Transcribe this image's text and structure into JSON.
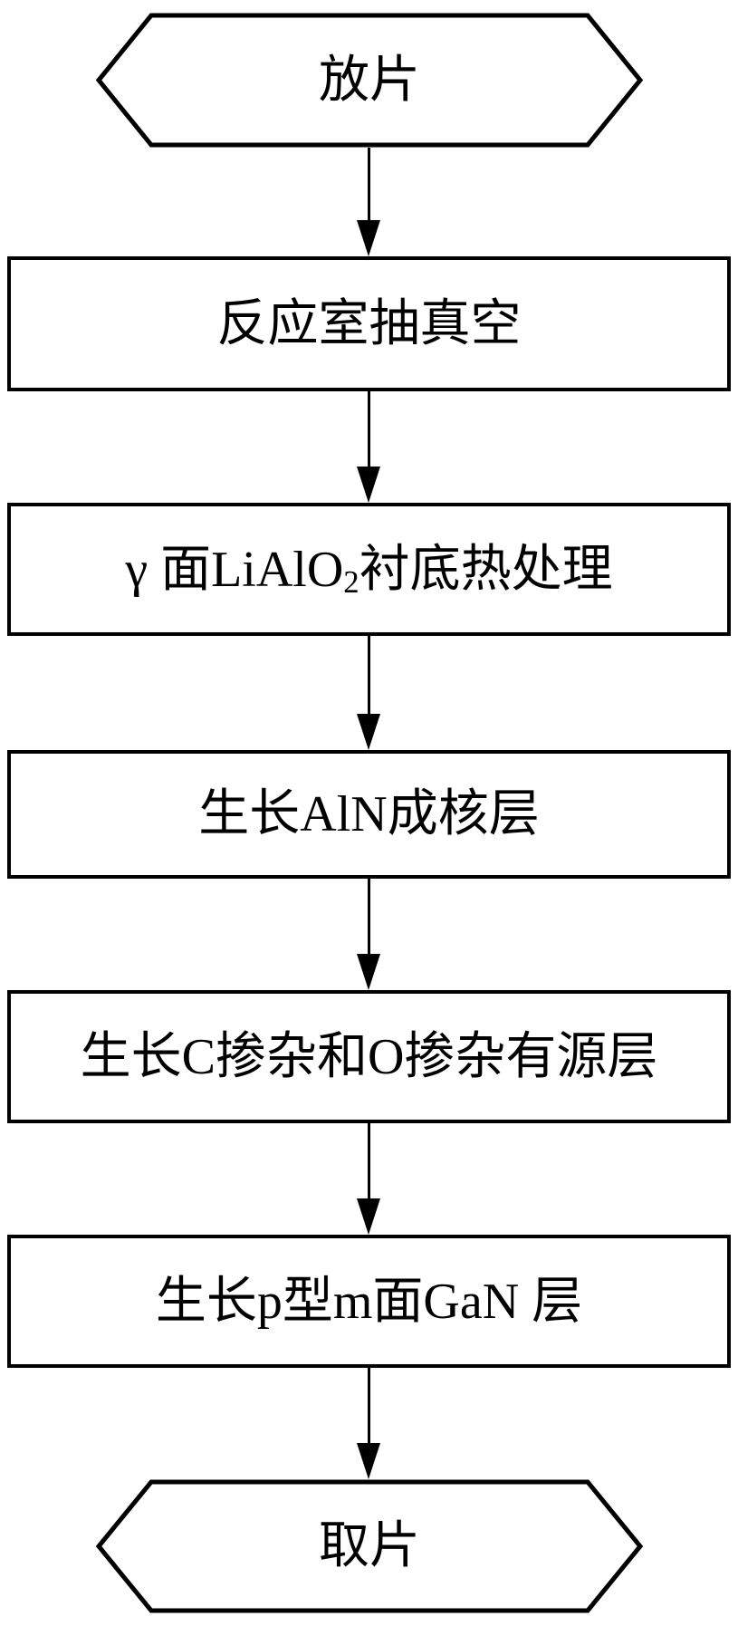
{
  "diagram": {
    "type": "flowchart",
    "background_color": "#ffffff",
    "stroke_color": "#000000",
    "direction": "top-to-bottom",
    "nodes": {
      "start": {
        "shape": "hexagon",
        "label": "放片"
      },
      "step1": {
        "shape": "process",
        "label": "反应室抽真空"
      },
      "step2": {
        "shape": "process",
        "label_prefix": "γ 面LiAlO",
        "label_subscript": "2",
        "label_suffix": "衬底热处理",
        "label_full": "γ 面LiAlO2衬底热处理"
      },
      "step3": {
        "shape": "process",
        "label": "生长AlN成核层"
      },
      "step4": {
        "shape": "process",
        "label": "生长C掺杂和O掺杂有源层"
      },
      "step5": {
        "shape": "process",
        "label": "生长p型m面GaN 层"
      },
      "end": {
        "shape": "hexagon",
        "label": "取片"
      }
    },
    "edges": [
      {
        "from": "start",
        "to": "step1",
        "style": "arrow-down"
      },
      {
        "from": "step1",
        "to": "step2",
        "style": "arrow-down"
      },
      {
        "from": "step2",
        "to": "step3",
        "style": "arrow-down"
      },
      {
        "from": "step3",
        "to": "step4",
        "style": "arrow-down"
      },
      {
        "from": "step4",
        "to": "step5",
        "style": "arrow-down"
      },
      {
        "from": "step5",
        "to": "end",
        "style": "arrow-down"
      }
    ]
  }
}
